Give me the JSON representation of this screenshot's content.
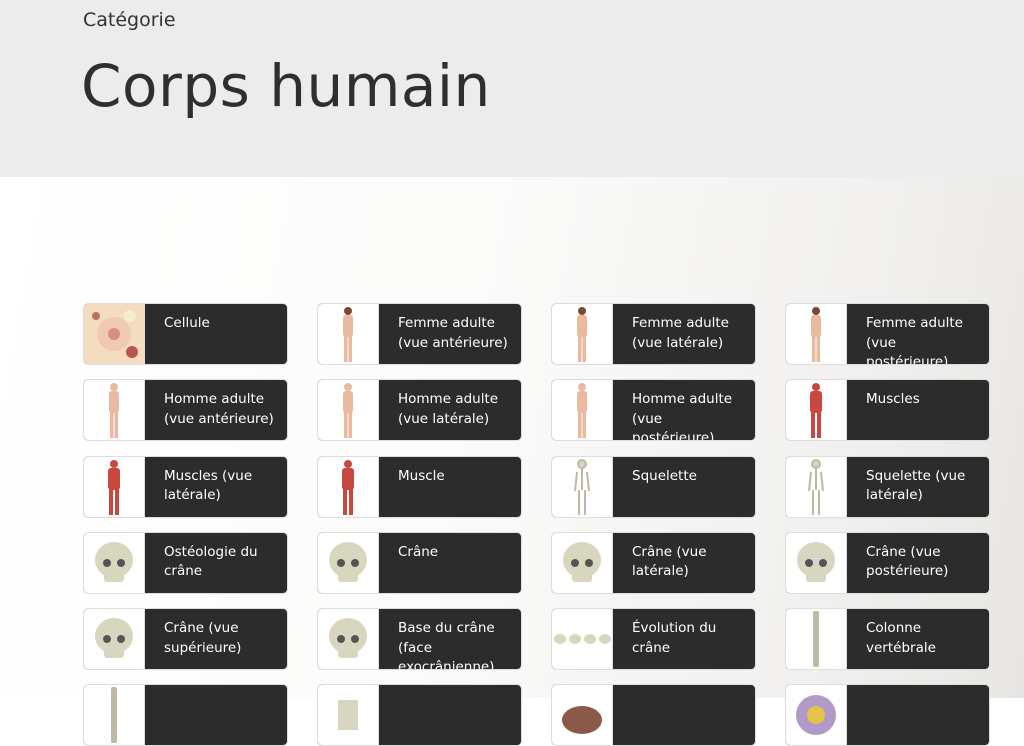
{
  "header": {
    "kicker": "Catégorie",
    "title": "Corps humain"
  },
  "cards": [
    {
      "label": "Cellule",
      "icon": "cell-icon"
    },
    {
      "label": "Femme adulte (vue antérieure)",
      "icon": "female-body-icon"
    },
    {
      "label": "Femme adulte (vue latérale)",
      "icon": "female-body-icon"
    },
    {
      "label": "Femme adulte (vue postérieure)",
      "icon": "female-body-icon"
    },
    {
      "label": "Homme adulte (vue antérieure)",
      "icon": "male-body-icon"
    },
    {
      "label": "Homme adulte (vue latérale)",
      "icon": "male-body-icon"
    },
    {
      "label": "Homme adulte (vue postérieure)",
      "icon": "male-body-icon"
    },
    {
      "label": "Muscles",
      "icon": "muscles-icon"
    },
    {
      "label": "Muscles (vue latérale)",
      "icon": "muscles-icon"
    },
    {
      "label": "Muscle",
      "icon": "muscles-icon"
    },
    {
      "label": "Squelette",
      "icon": "skeleton-icon"
    },
    {
      "label": "Squelette (vue latérale)",
      "icon": "skeleton-icon"
    },
    {
      "label": "Ostéologie du crâne",
      "icon": "skull-icon"
    },
    {
      "label": "Crâne",
      "icon": "skull-icon"
    },
    {
      "label": "Crâne (vue latérale)",
      "icon": "skull-icon"
    },
    {
      "label": "Crâne (vue postérieure)",
      "icon": "skull-icon"
    },
    {
      "label": "Crâne (vue supérieure)",
      "icon": "skull-icon"
    },
    {
      "label": "Base du crâne (face exocrânienne)",
      "icon": "skull-icon"
    },
    {
      "label": "Évolution du crâne",
      "icon": "skulls-evolution-icon"
    },
    {
      "label": "Colonne vertébrale",
      "icon": "spine-icon"
    },
    {
      "label": "",
      "icon": "spine-icon"
    },
    {
      "label": "",
      "icon": "bone-icon"
    },
    {
      "label": "",
      "icon": "organ-icon"
    },
    {
      "label": "",
      "icon": "brain-section-icon"
    }
  ],
  "colors": {
    "skin": "#e9b9a0",
    "muscle": "#c9473f",
    "bone": "#d9d6bf",
    "cell": "#f3dcc0"
  }
}
